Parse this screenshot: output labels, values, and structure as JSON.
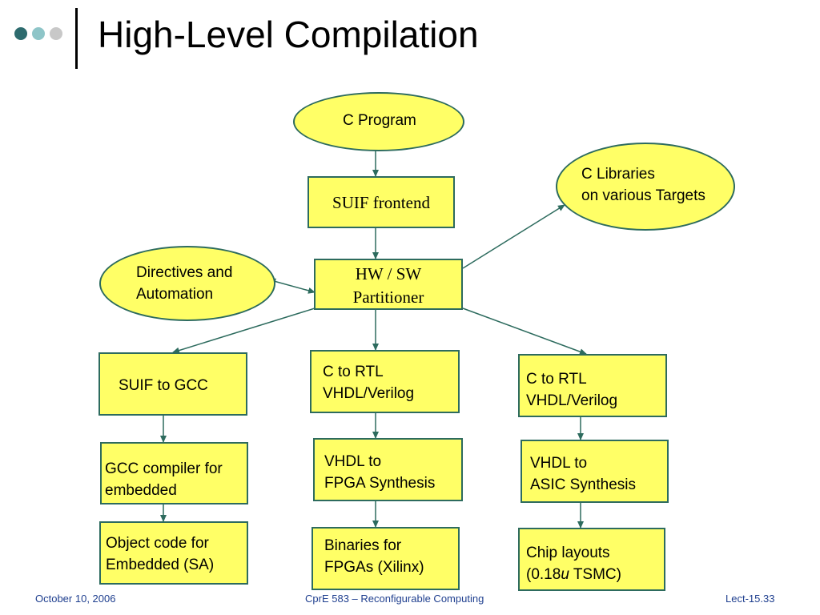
{
  "slide": {
    "title": "High-Level Compilation",
    "accent_colors": {
      "dot1": "#2d6b6e",
      "dot2": "#8ec5c8",
      "dot3": "#c8c8c8",
      "node_fill": "#ffff66",
      "node_border": "#2d6b5e",
      "footer_text": "#1f3f8f"
    }
  },
  "nodes": {
    "c_program": "C Program",
    "suif_frontend": "SUIF frontend",
    "c_libraries": [
      "C Libraries",
      "on various Targets"
    ],
    "directives": [
      "Directives and",
      "Automation"
    ],
    "partitioner": [
      "HW / SW",
      "Partitioner"
    ],
    "suif_to_gcc": "SUIF to GCC",
    "c_to_rtl_fpga": [
      "C to RTL",
      "VHDL/Verilog"
    ],
    "c_to_rtl_asic": [
      "C to RTL",
      "VHDL/Verilog"
    ],
    "gcc_compiler": [
      "GCC compiler for",
      "embedded"
    ],
    "vhdl_fpga": [
      "VHDL to",
      "FPGA Synthesis"
    ],
    "vhdl_asic": [
      "VHDL to",
      "ASIC Synthesis"
    ],
    "object_code": [
      "Object code for",
      "Embedded (SA)"
    ],
    "binaries": [
      "Binaries for",
      "FPGAs (Xilinx)"
    ],
    "chip_layouts": {
      "line1": "Chip layouts",
      "line2_pre": "(0.18",
      "line2_italic": "u",
      "line2_post": " TSMC)"
    }
  },
  "footer": {
    "date": "October 10, 2006",
    "course": "CprE 583 – Reconfigurable Computing",
    "lecture": "Lect-15.33"
  }
}
